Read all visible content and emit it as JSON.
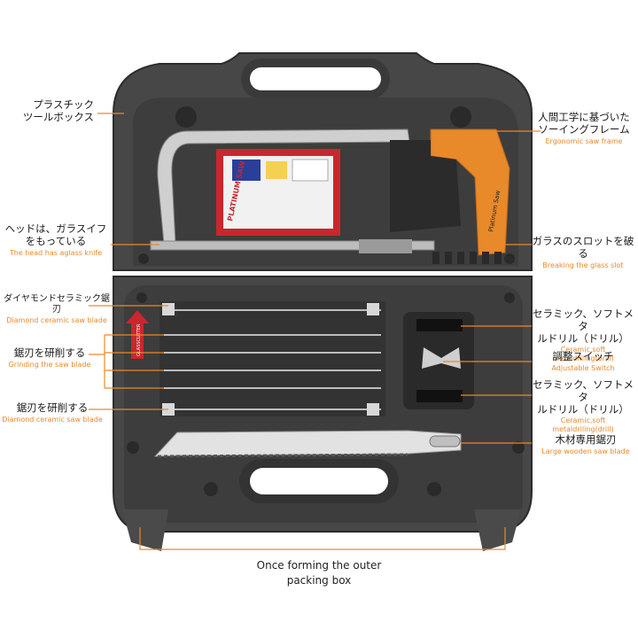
{
  "labels": {
    "plastic_toolbox": {
      "jp_line1": "プラスチック",
      "jp_line2": "ツールボックス"
    },
    "ergonomic_frame": {
      "jp_line1": "人間工学に基づいた",
      "jp_line2": "ソーイングフレーム",
      "en": "Ergonomic saw frame"
    },
    "glass_knife": {
      "jp_line1": "ヘッドは、ガラスイフ",
      "jp_line2": "をもっている",
      "en": "The head has aglass knife"
    },
    "glass_slot": {
      "jp": "ガラスのスロットを破る",
      "en": "Breaking the glass slot"
    },
    "diamond_blade_top": {
      "jp": "ダイヤモンドセラミック鋸刃",
      "en": "Diamond ceramic saw blade"
    },
    "grinding_blade": {
      "jp": "鋸刃を研削する",
      "en": "Grinding the saw blade"
    },
    "diamond_blade_bottom": {
      "jp": "鋸刃を研削する",
      "en": "Diamond ceramic saw blade"
    },
    "drill_top": {
      "jp_line1": "セラミック、ソフトメタ",
      "jp_line2": "ルドリル（ドリル）",
      "en": "Ceramic,soft metaldriling(drill)"
    },
    "adjustable_switch": {
      "jp": "調整スイッチ",
      "en": "Adjustable Switch"
    },
    "drill_bottom": {
      "jp_line1": "セラミック、ソフトメタ",
      "jp_line2": "ルドリル（ドリル）",
      "en": "Ceramic,soft metaldriling(drill)"
    },
    "wood_blade": {
      "jp": "木材専用鋸刃",
      "en": "Large wooden saw blade"
    },
    "packing_box": {
      "line1": "Once forming the outer",
      "line2": "packing box"
    }
  },
  "product_card": {
    "title": "PLATINUM SAW"
  },
  "handle_text": "Platinum Saw",
  "arrow_tag": "GLASSCUTTER",
  "colors": {
    "accent": "#e8892a",
    "case": "#4a4a4a",
    "case_dark": "#2f2f2f",
    "leader": "#e8892a"
  }
}
